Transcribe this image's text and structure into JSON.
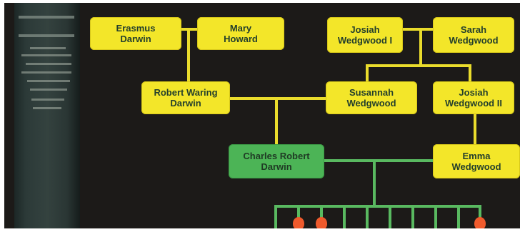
{
  "colors": {
    "background": "#1c1a18",
    "parent_box": "#f3e629",
    "subject_box": "#4cb456",
    "connector_yellow": "#eadc2c",
    "connector_green": "#59b960",
    "child_marker": "#ef5a2c"
  },
  "book_spine": {
    "name": "book-spine"
  },
  "people": {
    "erasmus": [
      "Erasmus",
      "Darwin"
    ],
    "mary": [
      "Mary",
      "Howard"
    ],
    "josiah1": [
      "Josiah",
      "Wedgwood I"
    ],
    "sarah": [
      "Sarah",
      "Wedgwood"
    ],
    "robert": [
      "Robert Waring",
      "Darwin"
    ],
    "susannah": [
      "Susannah",
      "Wedgwood"
    ],
    "josiah2": [
      "Josiah",
      "Wedgwood II"
    ],
    "charles": [
      "Charles Robert",
      "Darwin"
    ],
    "emma": [
      "Emma",
      "Wedgwood"
    ]
  },
  "children": {
    "count": 10,
    "marked": [
      1,
      2,
      9
    ]
  }
}
